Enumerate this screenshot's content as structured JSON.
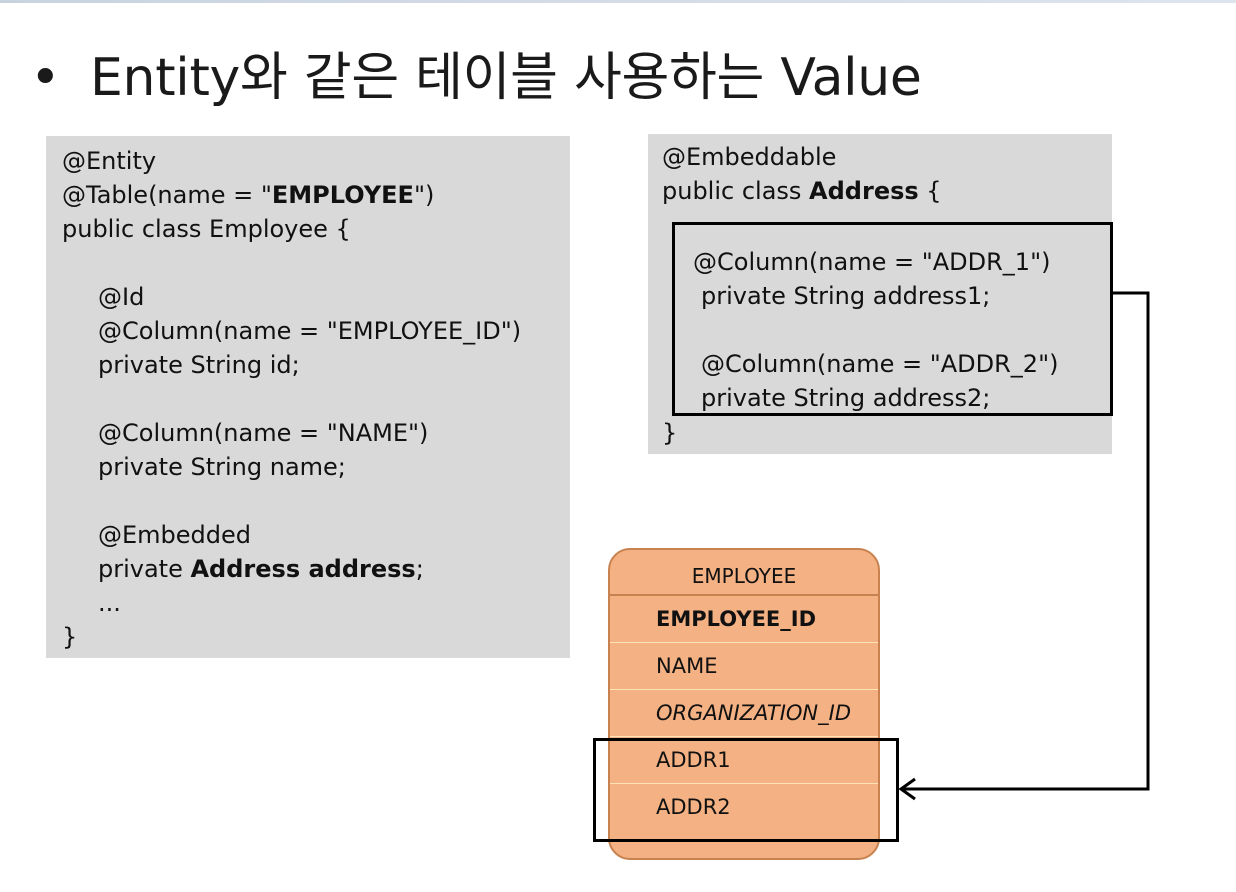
{
  "slide": {
    "title": "Entity와 같은 테이블 사용하는 Value"
  },
  "entity_code": {
    "line1": "@Entity",
    "line2_prefix": "@Table(name = \"",
    "line2_bold": "EMPLOYEE",
    "line2_suffix": "\")",
    "line3": "public class Employee {",
    "line5": "@Id",
    "line6": "@Column(name = \"EMPLOYEE_ID\")",
    "line7": "private String id;",
    "line9": "@Column(name = \"NAME\")",
    "line10": "private String name;",
    "line12": "@Embedded",
    "line13_prefix": "private ",
    "line13_bold": "Address address",
    "line13_suffix": ";",
    "line14": "...",
    "line15": "}"
  },
  "embed_code": {
    "line1": "@Embeddable",
    "line2_prefix": "public class ",
    "line2_bold": "Address",
    "line2_suffix": " {",
    "col1_annotation": "@Column(name = \"ADDR_1\")",
    "col1_field": "private String address1;",
    "col2_annotation": "@Column(name = \"ADDR_2\")",
    "col2_field": "private String address2;",
    "closing": "}"
  },
  "table": {
    "name": "EMPLOYEE",
    "columns": {
      "pk": "EMPLOYEE_ID",
      "name": "NAME",
      "fk": "ORGANIZATION_ID",
      "addr1": "ADDR1",
      "addr2": "ADDR2"
    }
  },
  "colors": {
    "code_bg": "#d9d9d9",
    "table_fill": "#f4b183",
    "table_border": "#c7824f",
    "row_divider": "#fde3b8"
  }
}
